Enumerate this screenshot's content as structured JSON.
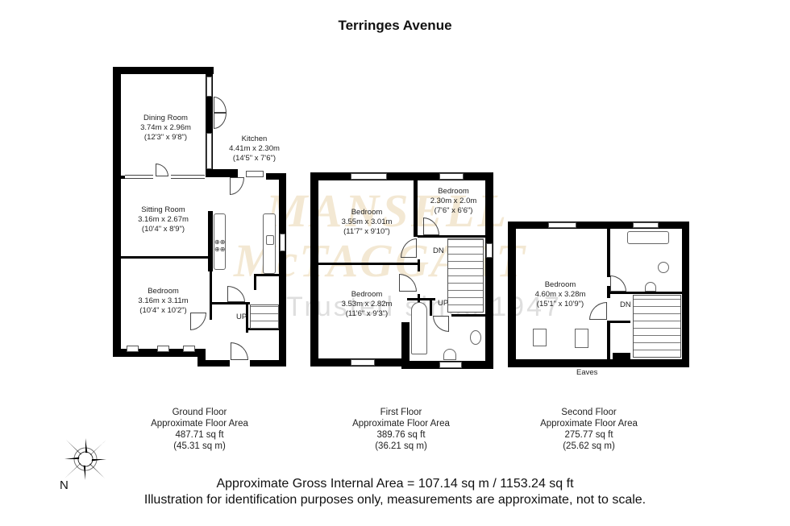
{
  "title": "Terringes Avenue",
  "watermark": {
    "line1": "MANSELL",
    "line2": "McTAGGART",
    "tagline": "Trusted since 1947"
  },
  "floors": [
    {
      "name": "Ground Floor",
      "area_label": "Approximate Floor Area",
      "sq_ft": "487.71 sq ft",
      "sq_m": "(45.31 sq m)",
      "rooms": [
        {
          "name": "Dining Room",
          "metric": "3.74m x 2.96m",
          "imperial": "(12'3\" x 9'8\")"
        },
        {
          "name": "Kitchen",
          "metric": "4.41m x 2.30m",
          "imperial": "(14'5\" x 7'6\")"
        },
        {
          "name": "Sitting Room",
          "metric": "3.16m x 2.67m",
          "imperial": "(10'4\" x 8'9\")"
        },
        {
          "name": "Bedroom",
          "metric": "3.16m x 3.11m",
          "imperial": "(10'4\" x 10'2\")"
        }
      ],
      "stair_label": "UP"
    },
    {
      "name": "First Floor",
      "area_label": "Approximate Floor Area",
      "sq_ft": "389.76 sq ft",
      "sq_m": "(36.21 sq m)",
      "rooms": [
        {
          "name": "Bedroom",
          "metric": "3.55m x 3.01m",
          "imperial": "(11'7\" x 9'10\")"
        },
        {
          "name": "Bedroom",
          "metric": "2.30m x 2.0m",
          "imperial": "(7'6\" x 6'6\")"
        },
        {
          "name": "Bedroom",
          "metric": "3.53m x 2.82m",
          "imperial": "(11'6\" x 9'3\")"
        }
      ],
      "stair_labels": [
        "DN",
        "UP"
      ]
    },
    {
      "name": "Second Floor",
      "area_label": "Approximate Floor Area",
      "sq_ft": "275.77 sq ft",
      "sq_m": "(25.62 sq m)",
      "rooms": [
        {
          "name": "Bedroom",
          "metric": "4.60m x 3.28m",
          "imperial": "(15'1\" x 10'9\")"
        }
      ],
      "stair_label": "DN",
      "eaves_label": "Eaves"
    }
  ],
  "compass": {
    "label": "N"
  },
  "gross_area": "Approximate Gross Internal Area = 107.14 sq m / 1153.24 sq ft",
  "disclaimer": "Illustration for identification purposes only, measurements are approximate, not to scale."
}
